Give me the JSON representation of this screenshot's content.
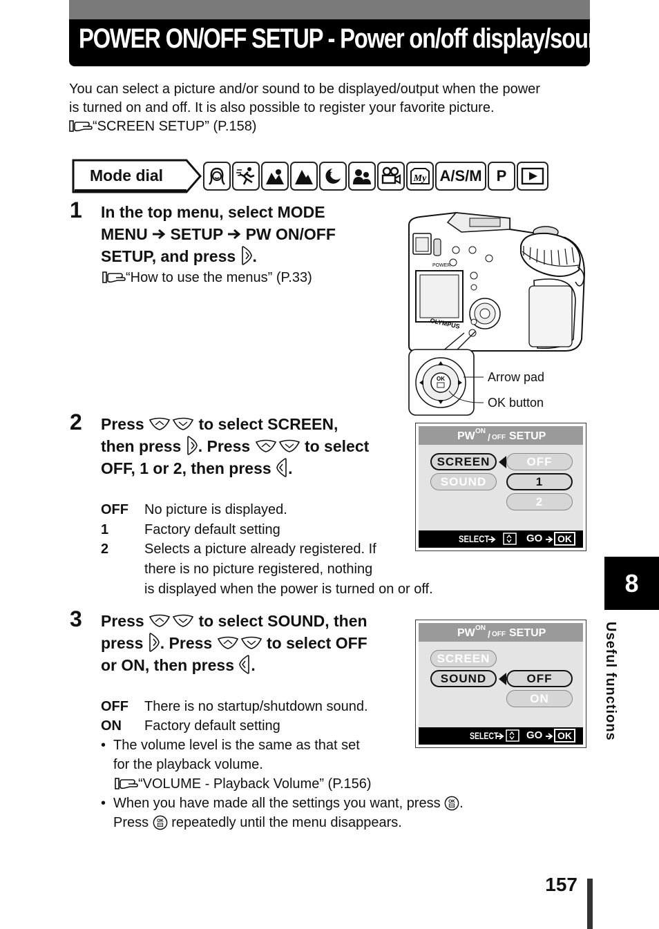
{
  "title": "POWER ON/OFF SETUP - Power on/off display/sound setting",
  "intro": {
    "line1": "You can select a picture and/or sound to be displayed/output when the power",
    "line2": "is turned on and off. It is also possible to register your favorite picture.",
    "ref": "“SCREEN SETUP” (P.158)"
  },
  "mode_dial": {
    "label": "Mode dial",
    "icons": [
      "portrait-icon",
      "sports-icon",
      "landscape-portrait-icon",
      "landscape-icon",
      "night-scene-icon",
      "self-portrait-icon",
      "movie-icon",
      "my-mode-icon"
    ],
    "text_modes": [
      "A/S/M",
      "P"
    ],
    "playback_icon": "playback-icon"
  },
  "step1": {
    "num": "1",
    "line1": "In the top menu, select MODE",
    "line2": "MENU",
    "line2b": "SETUP",
    "line2c": "PW ON/OFF",
    "line3": "SETUP, and press",
    "ref": "“How to use the menus” (P.33)",
    "callout_arrow_pad": "Arrow pad",
    "callout_ok_button": "OK button",
    "camera_power": "POWER",
    "camera_brand": "OLYMPUS",
    "ok_label": "OK"
  },
  "step2": {
    "num": "2",
    "l1a": "Press",
    "l1b": "to select SCREEN,",
    "l2a": "then press",
    "l2b": ". Press",
    "l2c": "to select",
    "l3a": "OFF, 1 or 2, then press",
    "defs": [
      {
        "key": "OFF",
        "val": "No picture is displayed."
      },
      {
        "key": "1",
        "val": "Factory default setting"
      },
      {
        "key": "2",
        "val": "Selects a picture already registered. If"
      }
    ],
    "def2_cont1": "there is no picture registered, nothing",
    "def2_cont2": "is displayed when the power is turned on or off."
  },
  "lcd1": {
    "header_pw": "PW",
    "header_on": "ON",
    "header_off": "OFF",
    "header_setup": "SETUP",
    "left": [
      "SCREEN",
      "SOUND"
    ],
    "options": [
      "OFF",
      "1",
      "2"
    ],
    "footer_select": "SELECT",
    "footer_go": "GO",
    "footer_ok": "OK"
  },
  "step3": {
    "num": "3",
    "l1a": "Press",
    "l1b": "to select SOUND, then",
    "l2a": "press",
    "l2b": ". Press",
    "l2c": "to select OFF",
    "l3a": "or ON, then press",
    "defs": [
      {
        "key": "OFF",
        "val": "There is no startup/shutdown sound."
      },
      {
        "key": "ON",
        "val": "Factory default setting"
      }
    ],
    "bullet1_l1": "The volume level is the same as that set",
    "bullet1_l2": "for the playback volume.",
    "bullet1_ref": "“VOLUME - Playback Volume” (P.156)",
    "bullet2_l1a": "When you have made all the settings you want, press",
    "bullet2_l2a": "Press",
    "bullet2_l2b": "repeatedly until the menu disappears."
  },
  "lcd2": {
    "header_pw": "PW",
    "header_on": "ON",
    "header_off": "OFF",
    "header_setup": "SETUP",
    "left": [
      "SCREEN",
      "SOUND"
    ],
    "options": [
      "OFF",
      "ON"
    ],
    "footer_select": "SELECT",
    "footer_go": "GO",
    "footer_ok": "OK"
  },
  "tab": {
    "number": "8",
    "label": "Useful functions"
  },
  "page_number": "157"
}
